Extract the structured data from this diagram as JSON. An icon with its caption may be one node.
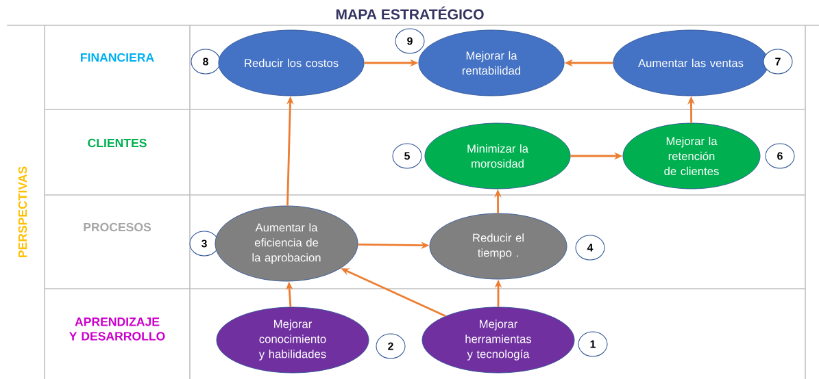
{
  "diagram": {
    "title": "MAPA ESTRATÉGICO",
    "nodes": [
      {
        "text": [
          "9"
        ]
      },
      {
        "text": [
          "8"
        ]
      },
      {
        "text": [
          "Reducir los costos"
        ]
      },
      {
        "text": [
          "Mejorar la rentabilidad"
        ]
      },
      {
        "text": [
          "Aumentar las ventas"
        ]
      },
      {
        "text": [
          "7"
        ]
      },
      {
        "text": [
          "5"
        ]
      },
      {
        "text": [
          "Minimizar la morosidad"
        ]
      },
      {
        "text": [
          "Mejorar la retención de clientes"
        ]
      },
      {
        "text": [
          "6"
        ]
      },
      {
        "text": [
          "3"
        ]
      },
      {
        "text": [
          "Aumentar la eficiencia de la aprobacion"
        ]
      },
      {
        "text": [
          "Reducir el tiempo ."
        ]
      },
      {
        "text": [
          "4"
        ]
      },
      {
        "text": [
          "Mejorar conocimiento y habilidades"
        ]
      },
      {
        "text": [
          "2"
        ]
      },
      {
        "text": [
          "Mejorar herramientas y tecnología"
        ]
      },
      {
        "text": [
          "1"
        ]
      }
    ],
    "edges": [
      {
        "from": 2,
        "to": 3,
        "arrow": "to"
      },
      {
        "from": 4,
        "to": 3,
        "arrow": "to"
      },
      {
        "from": 8,
        "to": 4,
        "arrow": "to"
      },
      {
        "from": 7,
        "to": 8,
        "arrow": "to"
      },
      {
        "from": 12,
        "to": 7,
        "arrow": "to"
      },
      {
        "from": 11,
        "to": 2,
        "arrow": "to"
      },
      {
        "from": 11,
        "to": 12,
        "arrow": "to"
      },
      {
        "from": 14,
        "to": 11,
        "arrow": "to"
      },
      {
        "from": 16,
        "to": 11,
        "arrow": "to"
      },
      {
        "from": 16,
        "to": 12,
        "arrow": "to"
      }
    ],
    "labels": [
      "FINANCIERA",
      "CLIENTES",
      "PROCESOS",
      "APRENDIZAJE Y DESARROLLO",
      "PERSPECTIVAS"
    ]
  }
}
